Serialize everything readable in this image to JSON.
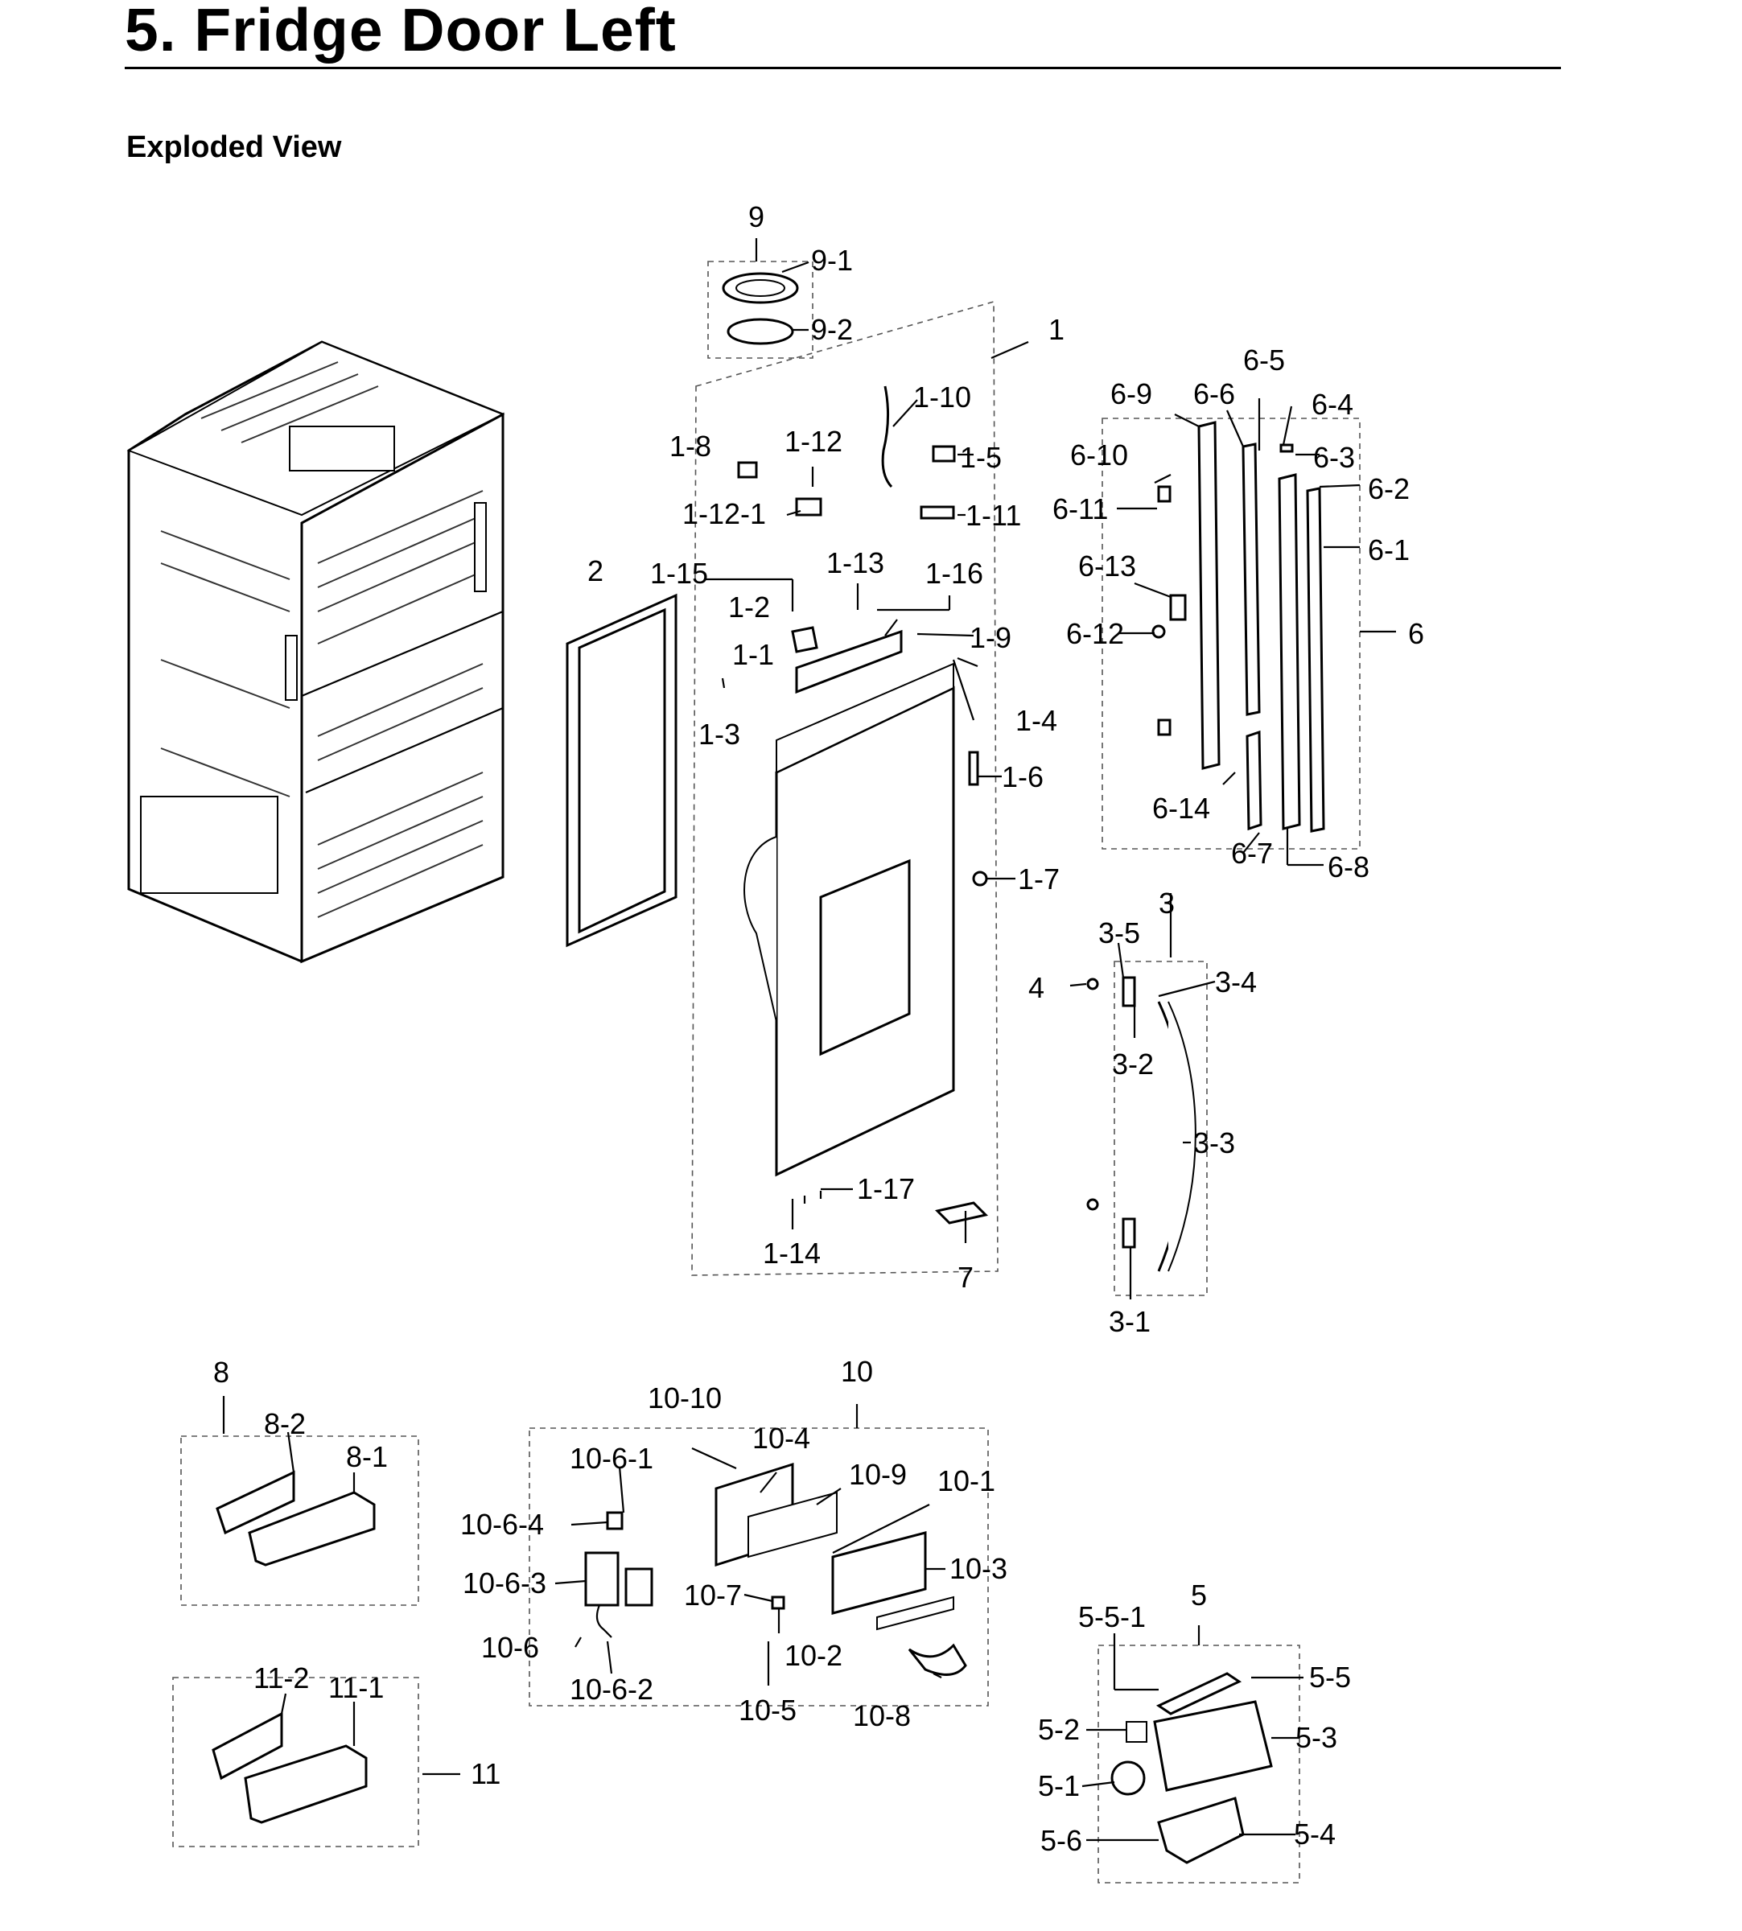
{
  "title": "5.  Fridge Door Left",
  "subtitle": "Exploded View",
  "labels": {
    "p9": "9",
    "p9_1": "9-1",
    "p9_2": "9-2",
    "p1": "1",
    "p1_1": "1-1",
    "p1_2": "1-2",
    "p1_3": "1-3",
    "p1_4": "1-4",
    "p1_5": "1-5",
    "p1_6": "1-6",
    "p1_7": "1-7",
    "p1_8": "1-8",
    "p1_9": "1-9",
    "p1_10": "1-10",
    "p1_11": "1-11",
    "p1_12": "1-12",
    "p1_12_1": "1-12-1",
    "p1_13": "1-13",
    "p1_14": "1-14",
    "p1_15": "1-15",
    "p1_16": "1-16",
    "p1_17": "1-17",
    "p2": "2",
    "p3": "3",
    "p3_1": "3-1",
    "p3_2": "3-2",
    "p3_3": "3-3",
    "p3_4": "3-4",
    "p3_5": "3-5",
    "p4": "4",
    "p5": "5",
    "p5_1": "5-1",
    "p5_2": "5-2",
    "p5_3": "5-3",
    "p5_4": "5-4",
    "p5_5": "5-5",
    "p5_5_1": "5-5-1",
    "p5_6": "5-6",
    "p6": "6",
    "p6_1": "6-1",
    "p6_2": "6-2",
    "p6_3": "6-3",
    "p6_4": "6-4",
    "p6_5": "6-5",
    "p6_6": "6-6",
    "p6_7": "6-7",
    "p6_8": "6-8",
    "p6_9": "6-9",
    "p6_10": "6-10",
    "p6_11": "6-11",
    "p6_12": "6-12",
    "p6_13": "6-13",
    "p6_14": "6-14",
    "p7": "7",
    "p8": "8",
    "p8_1": "8-1",
    "p8_2": "8-2",
    "p10": "10",
    "p10_1": "10-1",
    "p10_2": "10-2",
    "p10_3": "10-3",
    "p10_4": "10-4",
    "p10_5": "10-5",
    "p10_6": "10-6",
    "p10_6_1": "10-6-1",
    "p10_6_2": "10-6-2",
    "p10_6_3": "10-6-3",
    "p10_6_4": "10-6-4",
    "p10_7": "10-7",
    "p10_8": "10-8",
    "p10_9": "10-9",
    "p10_10": "10-10",
    "p11": "11",
    "p11_1": "11-1",
    "p11_2": "11-2"
  }
}
